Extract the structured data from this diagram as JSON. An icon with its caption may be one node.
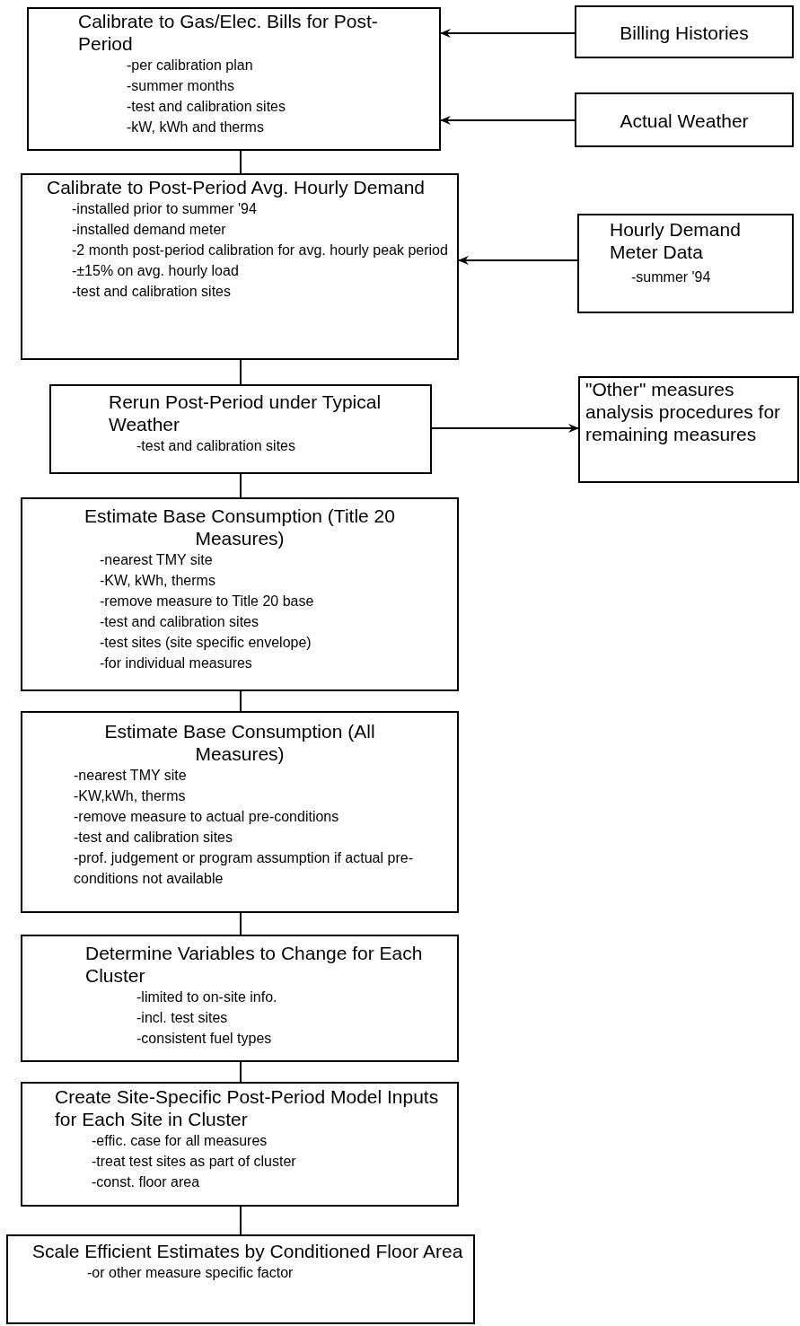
{
  "diagram": {
    "nodes": [
      {
        "text": [
          "Calibrate to Gas/Elec. Bills for Post-Period",
          "-per calibration plan",
          "-summer months",
          "-test and calibration sites",
          "-kW, kWh and therms"
        ]
      },
      {
        "text": [
          "Billing Histories"
        ]
      },
      {
        "text": [
          "Actual Weather"
        ]
      },
      {
        "text": [
          "Calibrate to Post-Period Avg. Hourly Demand",
          "-installed prior to summer '94",
          "-installed demand meter",
          "-2 month post-period calibration for avg. hourly peak period",
          "-±15% on avg. hourly load",
          "-test and calibration sites"
        ]
      },
      {
        "text": [
          "Hourly Demand Meter Data",
          "-summer '94"
        ]
      },
      {
        "text": [
          "Rerun Post-Period under Typical Weather",
          "-test and calibration sites"
        ]
      },
      {
        "text": [
          "\"Other\" measures analysis procedures for remaining measures"
        ]
      },
      {
        "text": [
          "Estimate Base Consumption (Title 20 Measures)",
          "-nearest TMY site",
          "-KW, kWh, therms",
          "-remove measure to Title 20 base",
          "-test and calibration sites",
          "-test sites (site specific envelope)",
          "-for individual measures"
        ]
      },
      {
        "text": [
          "Estimate Base Consumption (All Measures)",
          "-nearest TMY site",
          "-KW,kWh, therms",
          "-remove measure to actual pre-conditions",
          "-test and calibration sites",
          "-prof. judgement or program assumption if actual pre-conditions not available"
        ]
      },
      {
        "text": [
          "Determine Variables to Change for Each Cluster",
          "-limited to on-site info.",
          "-incl. test sites",
          "-consistent fuel types"
        ]
      },
      {
        "text": [
          "Create Site-Specific Post-Period Model Inputs for Each Site in Cluster",
          "-effic. case for all measures",
          "-treat test sites as part of cluster",
          "-const. floor area"
        ]
      },
      {
        "text": [
          "Scale Efficient Estimates by Conditioned Floor Area",
          "-or other measure specific factor"
        ]
      }
    ],
    "edges": [
      {
        "from": 1,
        "to": 0,
        "arrow": "to"
      },
      {
        "from": 2,
        "to": 0,
        "arrow": "to"
      },
      {
        "from": 0,
        "to": 3,
        "arrow": "none"
      },
      {
        "from": 4,
        "to": 3,
        "arrow": "to"
      },
      {
        "from": 3,
        "to": 5,
        "arrow": "none"
      },
      {
        "from": 5,
        "to": 6,
        "arrow": "to"
      },
      {
        "from": 5,
        "to": 7,
        "arrow": "none"
      },
      {
        "from": 7,
        "to": 8,
        "arrow": "none"
      },
      {
        "from": 8,
        "to": 9,
        "arrow": "none"
      },
      {
        "from": 9,
        "to": 10,
        "arrow": "none"
      },
      {
        "from": 10,
        "to": 11,
        "arrow": "none"
      }
    ]
  }
}
